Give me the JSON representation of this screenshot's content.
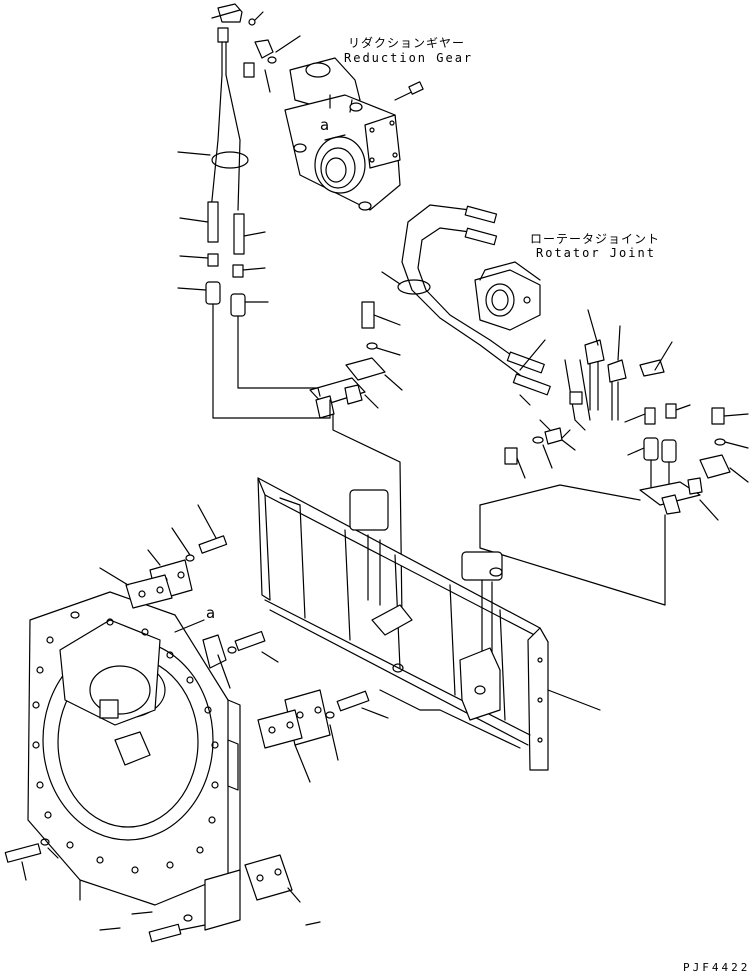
{
  "labels": {
    "reduction_gear_jp": "リダクションギヤー",
    "reduction_gear_en": "Reduction Gear",
    "rotator_joint_jp": "ローテータジョイント",
    "rotator_joint_en": "Rotator Joint",
    "ref_a_top": "a",
    "ref_a_bottom": "a",
    "drawing_code": "PJF4422"
  }
}
